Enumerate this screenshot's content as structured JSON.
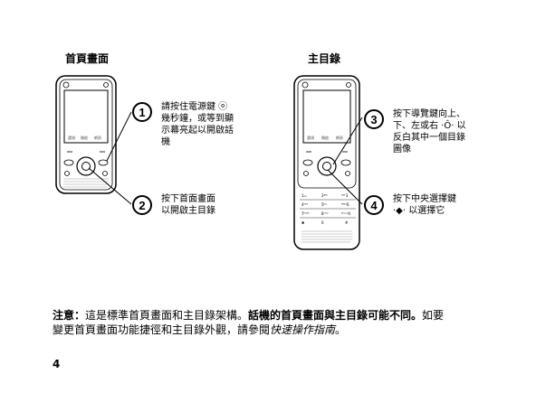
{
  "headings": {
    "home_screen": "首頁畫面",
    "main_menu": "主目錄"
  },
  "phone_softkeys": [
    "選項",
    "開啟",
    "網頁"
  ],
  "keypad_labels": [
    "1ₒₒ",
    "2ᴬᴮᶜ",
    "ᴰᴱᶠ3",
    "4ᴳᴴᴵ",
    "5ᴶᴷᴸ",
    "ᴹᴺᴼ6",
    "7ᴾᵠᴿˢ",
    "8ᵀᵁⱽ",
    "ᵂˣʸᶻ9",
    "✱",
    "0",
    "#"
  ],
  "steps": [
    {
      "number": "1",
      "lines": [
        "請按住電源鍵 ⓞ",
        "幾秒鐘，或等到顯",
        "示幕亮起以開啟話",
        "機"
      ]
    },
    {
      "number": "2",
      "lines": [
        "按下首面畫面",
        "以開啟主目錄"
      ]
    },
    {
      "number": "3",
      "lines": [
        "按下導覽鍵向上、",
        "下、左或右 ·Ô· 以",
        "反白其中一個目錄",
        "圖像"
      ]
    },
    {
      "number": "4",
      "lines": [
        "按下中央選擇鍵",
        "·◆· 以選擇它"
      ]
    }
  ],
  "note": {
    "label": "注意：",
    "text1": "這是標準首頁畫面和主目錄架構。",
    "bold": "話機的首頁畫面與主目錄可能不同。",
    "text2": "如要",
    "text3": "變更首頁畫面功能捷徑和主目錄外觀，請參閱",
    "italic": "快速操作指南",
    "end": "。"
  },
  "page_number": "4"
}
